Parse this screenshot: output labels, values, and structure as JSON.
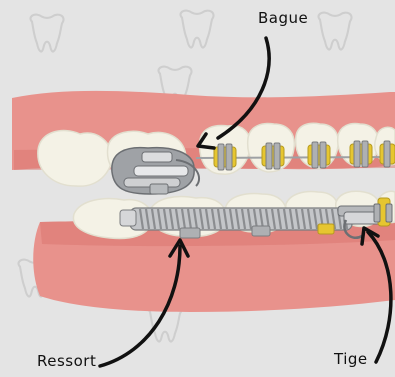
{
  "labels": {
    "bague": "Bague",
    "ressort": "Ressort",
    "tige": "Tige"
  },
  "colors": {
    "background": "#e4e4e4",
    "gum": "#e8928c",
    "gum_dark": "#d9736e",
    "tooth": "#f4f2e6",
    "metal": "#b6b8bb",
    "bracket": "#e6c630",
    "arrow": "#111111"
  },
  "icons": [
    "tooth-watermark-icon"
  ]
}
